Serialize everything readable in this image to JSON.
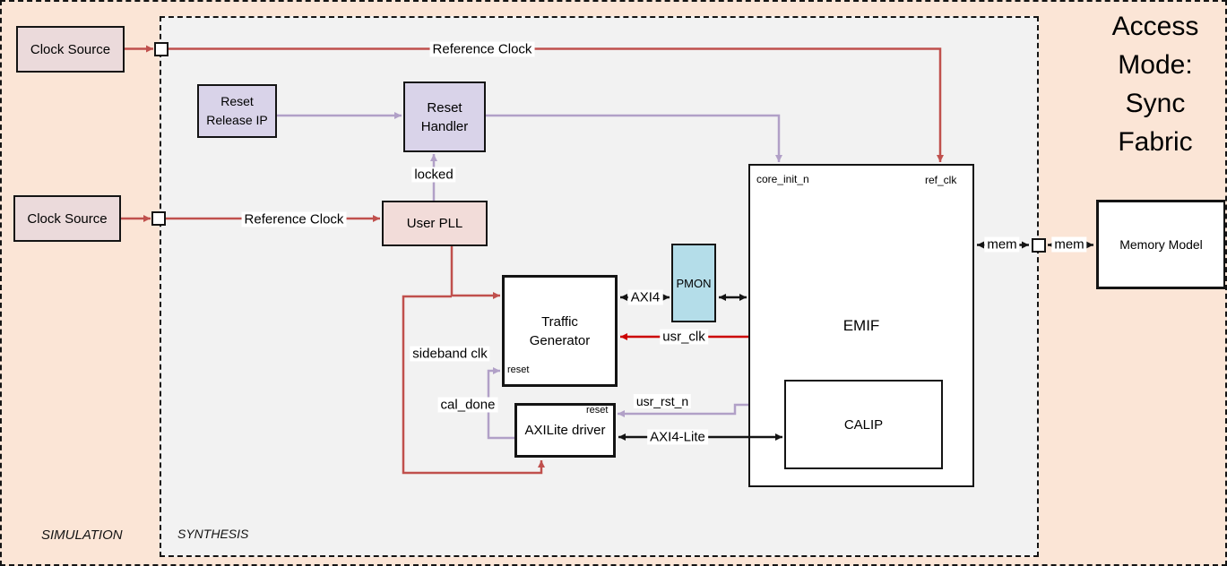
{
  "diagram_title": {
    "lines": [
      "Access",
      "Mode:",
      "Sync",
      "Fabric"
    ]
  },
  "regions": {
    "simulation": "SIMULATION",
    "synthesis": "SYNTHESIS"
  },
  "blocks": {
    "clock_source_top": "Clock Source",
    "clock_source_bottom": "Clock Source",
    "reset_release_ip": "Reset\nRelease IP",
    "reset_handler": "Reset\nHandler",
    "user_pll": "User PLL",
    "traffic_generator": "Traffic\nGenerator",
    "pmon": "PMON",
    "emif": "EMIF",
    "calip": "CALIP",
    "axilite_driver": "AXILite driver",
    "memory_model": "Memory Model"
  },
  "ports": {
    "traffic_generator_reset": "reset",
    "axilite_driver_reset": "reset",
    "emif_core_init_n": "core_init_n",
    "emif_ref_clk": "ref_clk"
  },
  "signals": {
    "reference_clock_top": "Reference Clock",
    "reference_clock_bottom": "Reference Clock",
    "locked": "locked",
    "sideband_clk": "sideband clk",
    "cal_done": "cal_done",
    "axi4": "AXI4",
    "usr_clk": "usr_clk",
    "usr_rst_n": "usr_rst_n",
    "axi4_lite": "AXI4-Lite",
    "mem_left": "mem",
    "mem_right": "mem"
  },
  "colors": {
    "background": "#fbe5d6",
    "synthesis_fill": "#f2f2f2",
    "clock_wire": "#c0504d",
    "usr_clk_wire": "#cc0000",
    "reset_wire": "#b1a0c7",
    "data_wire": "#141414",
    "clock_source_fill": "#ebdadb",
    "user_pll_fill": "#f2dcd9",
    "reset_block_fill": "#d9d3e9",
    "pmon_fill": "#b4dde9",
    "module_fill": "#ffffff"
  }
}
